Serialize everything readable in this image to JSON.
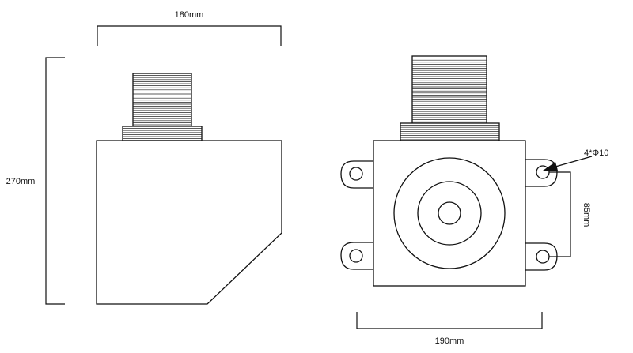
{
  "diagram": {
    "dimensions": {
      "side_width": "180mm",
      "height": "270mm",
      "front_width": "190mm",
      "hole_spacing": "85mm",
      "hole_spec": "4*Φ10"
    },
    "views": [
      "side-view",
      "front-view"
    ]
  }
}
